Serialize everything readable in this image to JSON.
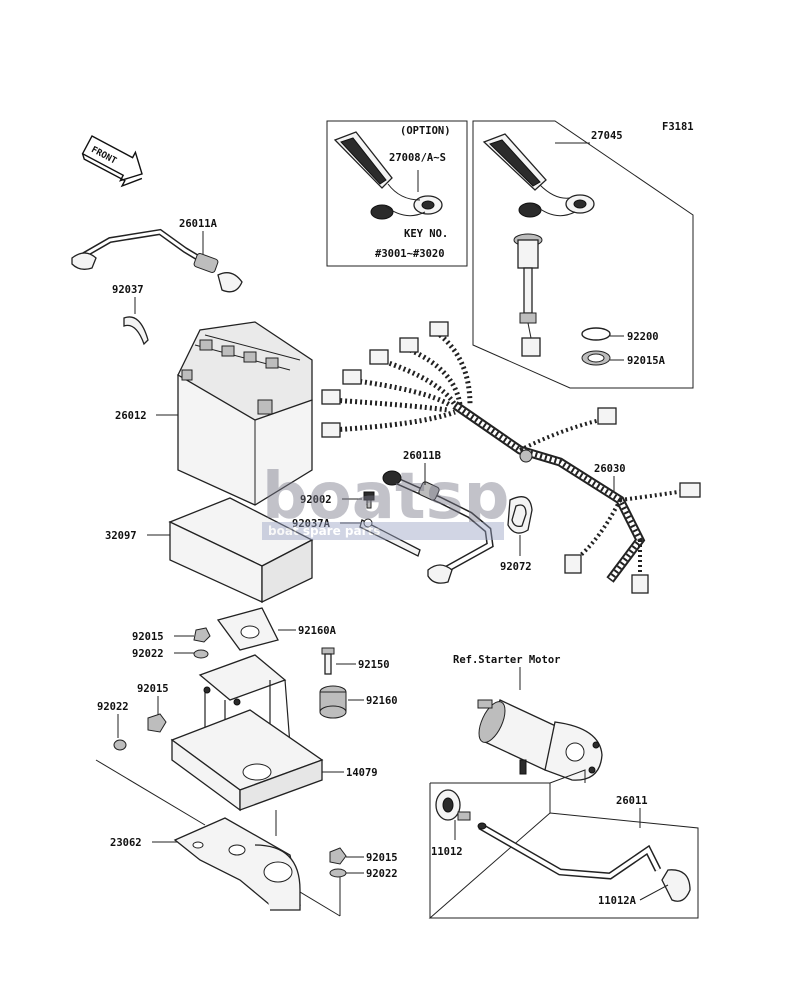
{
  "diagram_id": "F3181",
  "front_label": "FRONT",
  "option_box": {
    "title": "(OPTION)",
    "part": "27008/A~S",
    "key_no_label": "KEY NO.",
    "key_range": "#3001~#3020"
  },
  "watermark": {
    "main": "boatsp",
    "sub": "boat spare parts"
  },
  "starter_ref": "Ref.Starter Motor",
  "parts": {
    "p27045": "27045",
    "p26011A": "26011A",
    "p92037": "92037",
    "p26012": "26012",
    "p92200": "92200",
    "p92015A": "92015A",
    "p26011B": "26011B",
    "p26030": "26030",
    "p92002": "92002",
    "p92037A": "92037A",
    "p32097": "32097",
    "p92072": "92072",
    "p92015_a": "92015",
    "p92160A": "92160A",
    "p92022_a": "92022",
    "p92150": "92150",
    "p92015_b": "92015",
    "p92160": "92160",
    "p92022_b": "92022",
    "p14079": "14079",
    "p26011": "26011",
    "p23062": "23062",
    "p11012": "11012",
    "p92015_c": "92015",
    "p92022_c": "92022",
    "p11012A": "11012A"
  }
}
